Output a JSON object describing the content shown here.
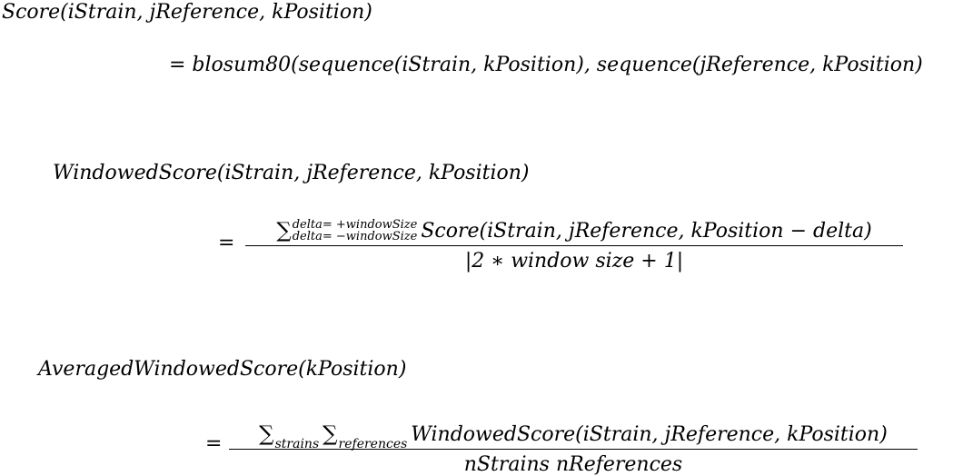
{
  "eq1": {
    "lhs": "Score(iStrain, jReference, kPosition)",
    "rhs": "= blosum80(sequence(iStrain, kPosition), sequence(jReference, kPosition)"
  },
  "eq2": {
    "lhs": "WindowedScore(iStrain, jReference, kPosition)",
    "equals": "=",
    "sum_symbol": "∑",
    "upper_limit": "delta= +windowSize",
    "lower_limit": "delta= −windowSize",
    "numerator_term": "Score(iStrain, jReference, kPosition − delta)",
    "denominator": "|2 ∗ window size + 1|"
  },
  "eq3": {
    "lhs": "AveragedWindowedScore(kPosition)",
    "equals": "=",
    "sum_symbol_1": "∑",
    "sum_sub_1": "strains",
    "sum_symbol_2": "∑",
    "sum_sub_2": "references",
    "numerator_term": "WindowedScore(iStrain, jReference, kPosition)",
    "denominator": "nStrains nReferences"
  }
}
